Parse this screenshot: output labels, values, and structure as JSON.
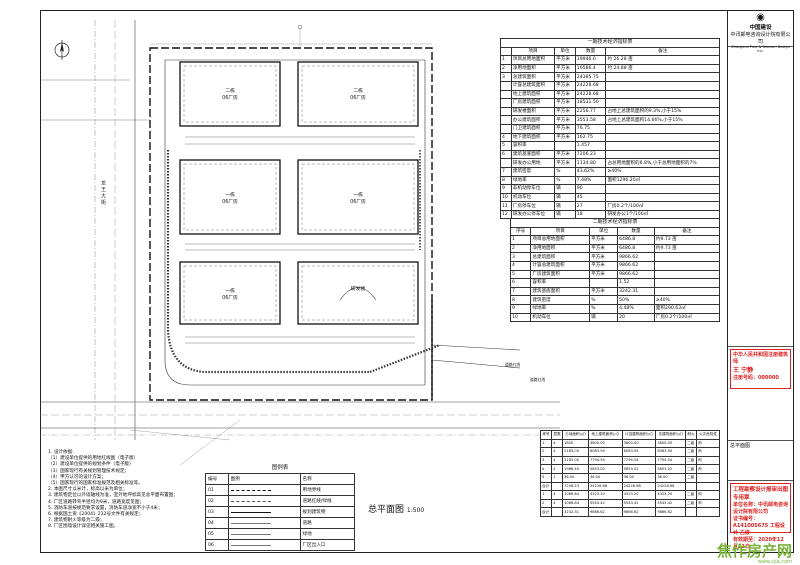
{
  "plan": {
    "title": "总平面图",
    "scale": "1:500",
    "road_labels": [
      "道路红线",
      "道路红线",
      "道路红线"
    ],
    "road_name_west": "龙 王 大 街",
    "buildings": [
      {
        "name": "二栋",
        "sub": "06厂房"
      },
      {
        "name": "二栋",
        "sub": "06厂房"
      },
      {
        "name": "一栋",
        "sub": "06厂房"
      },
      {
        "name": "一栋",
        "sub": "06厂房"
      },
      {
        "name": "一栋",
        "sub": "06厂房"
      },
      {
        "name": "研发楼",
        "sub": ""
      }
    ]
  },
  "table1": {
    "title": "一期技术经济指标表",
    "headers": [
      "项目",
      "单位",
      "数量",
      "备注"
    ],
    "rows": [
      [
        "1",
        "项目总用地面积",
        "平方米",
        "19946.6",
        "约 26.28 亩"
      ],
      [
        "2",
        "净用地面积",
        "平方米",
        "16586.4",
        "约 24.88 亩"
      ],
      [
        "3",
        "总建筑面积",
        "平方米",
        "24385.75",
        ""
      ],
      [
        "",
        "计容总建筑面积",
        "平方米",
        "24228.68",
        ""
      ],
      [
        "",
        "地上建筑面积",
        "平方米",
        "24228.68",
        ""
      ],
      [
        "",
        "厂房建筑面积",
        "平方米",
        "18531.50",
        ""
      ],
      [
        "",
        "研发楼面积",
        "平方米",
        "2256.77",
        "占地上总建筑面积的9.3%,小于15%"
      ],
      [
        "",
        "办公建筑面积",
        "平方米",
        "3553.58",
        "占地上总建筑面积14.66%,小于15%"
      ],
      [
        "",
        "门卫建筑面积",
        "平方米",
        "76.75",
        ""
      ],
      [
        "4",
        "地下建筑面积",
        "平方米",
        "162.75",
        ""
      ],
      [
        "5",
        "容积率",
        "",
        "1.457",
        ""
      ],
      [
        "6",
        "建筑基底面积",
        "平方米",
        "7206.23",
        ""
      ],
      [
        "",
        "研发办公用地",
        "平方米",
        "1134.80",
        "占总用地面积的6.8%,小于总用地面积的7%"
      ],
      [
        "7",
        "建筑密度",
        "%",
        "43.62%",
        "≥40%"
      ],
      [
        "8",
        "绿地率",
        "%",
        "7.48%",
        "面积1296.20㎡"
      ],
      [
        "9",
        "非机动停车位",
        "辆",
        "90",
        ""
      ],
      [
        "10",
        "机动车位",
        "辆",
        "45",
        ""
      ],
      [
        "11",
        "厂房停车位",
        "辆",
        "27",
        "厂房0.2个/100㎡"
      ],
      [
        "12",
        "研发办公停车位",
        "辆",
        "18",
        "研发办公1个/100㎡"
      ]
    ]
  },
  "table2": {
    "title": "二期技术经济指标表",
    "headers": [
      "序号",
      "项目",
      "单位",
      "数量",
      "备注"
    ],
    "rows": [
      [
        "1",
        "项目总用地面积",
        "平方米",
        "6486.8",
        "约9.73 亩"
      ],
      [
        "2",
        "净用地面积",
        "平方米",
        "6486.8",
        "约9.73 亩"
      ],
      [
        "3",
        "总建筑面积",
        "平方米",
        "9866.62",
        ""
      ],
      [
        "4",
        "计容总建筑面积",
        "平方米",
        "9866.62",
        ""
      ],
      [
        "5",
        "厂房建筑面积",
        "平方米",
        "9866.62",
        ""
      ],
      [
        "6",
        "容积率",
        "",
        "1.52",
        ""
      ],
      [
        "7",
        "建筑基底面积",
        "平方米",
        "3242.31",
        ""
      ],
      [
        "8",
        "建筑密度",
        "%",
        "50%",
        "≥40%"
      ],
      [
        "9",
        "绿地率",
        "%",
        "4.48%",
        "面积290.63㎡"
      ],
      [
        "10",
        "机动车位",
        "辆",
        "20",
        "厂房0.2个/100㎡"
      ]
    ]
  },
  "table3": {
    "headers": [
      "栋号",
      "层数",
      "占地面积(㎡)",
      "地上建筑面积(㎡)",
      "计容建筑面积(㎡)",
      "总建筑面积(㎡)",
      "耐火",
      "火灾危险性"
    ],
    "rows": [
      [
        "1",
        "4",
        "1800",
        "3600.00",
        "3600.00",
        "3600.00",
        "二级",
        "丙"
      ],
      [
        "2",
        "4",
        "2185.00",
        "8083.94",
        "8083.94",
        "8083.94",
        "二级",
        "丙"
      ],
      [
        "3",
        "4",
        "2185.00",
        "7794.54",
        "7794.54",
        "7794.54",
        "二级",
        "丙"
      ],
      [
        "4",
        "4",
        "1966.40",
        "5853.02",
        "5853.02",
        "5853.02",
        "二级",
        "丙"
      ],
      [
        "5",
        "1",
        "36.00",
        "36.00",
        "36.00",
        "36.00",
        "二级",
        ""
      ],
      [
        "合计",
        "",
        "7206.23",
        "24228.68",
        "24228.68",
        "24228.68",
        "",
        ""
      ],
      [
        "1",
        "4",
        "1066.84",
        "4323.20",
        "4323.20",
        "4323.20",
        "二级",
        "丙"
      ],
      [
        "2",
        "4",
        "1066.84",
        "5543.42",
        "5543.42",
        "5543.42",
        "二级",
        "丙"
      ],
      [
        "合计",
        "",
        "3242.31",
        "9866.62",
        "9866.62",
        "9866.62",
        "",
        ""
      ]
    ]
  },
  "legend": {
    "title": "图例表",
    "headers": [
      "编号",
      "图例",
      "名称"
    ],
    "rows": [
      [
        "01",
        "",
        "用地界线"
      ],
      [
        "02",
        "",
        "道路红线/绿线"
      ],
      [
        "03",
        "",
        "规划建筑物"
      ],
      [
        "04",
        "",
        "道路"
      ],
      [
        "05",
        "",
        "绿地"
      ],
      [
        "06",
        "",
        "厂区出入口"
      ]
    ]
  },
  "notes": {
    "heading": "1. 设计依据:",
    "lines": [
      "（1）建设单位提供的用地红线图（电子版）",
      "（2）建设单位提供的规划条件（电子版）",
      "（3）国家现行有关规划管理技术规定；",
      "（4）甲方认可的设计方案；",
      "（5）国家现行的国家标准规范及相关标准等。",
      "2. 本图尺寸以米计，标高以米为单位；",
      "3. 建筑物定位以外墙轴线为准，室外地坪标高见总平面布置图；",
      "4. 厂区道路转弯半径均为9米，道路宽度见图；",
      "5. 消防车道按规范要求设置，消防车道净宽不小于4米；",
      "6. 根据国土资《2004》232号文件有关规定；",
      "7. 建筑物耐火等级为二级；",
      "8. 厂区围墙设计详见相关施工图。"
    ]
  },
  "titleblock": {
    "company": "中国建设",
    "company_sub": "中讯邮电咨询设计院有限公司",
    "company_en": "Zhongxun Post & Telecom Design Inc.",
    "stamp_line1": "中华人民共和国注册建筑师",
    "stamp_line2": "王 宁静",
    "stamp_line3": "注册号码：000000",
    "stage": "总平面图",
    "approval_line1": "工程勘察设计报审出图专用章",
    "approval_line2": "单位名称：中讯邮电咨询设计院有限公司",
    "approval_line3": "证书编号：A141005675 工程设计 乙级",
    "approval_line4": "有效期至：2020年12月31日",
    "watermark": "焦作房产网",
    "site_url": "www.cjia.com"
  }
}
